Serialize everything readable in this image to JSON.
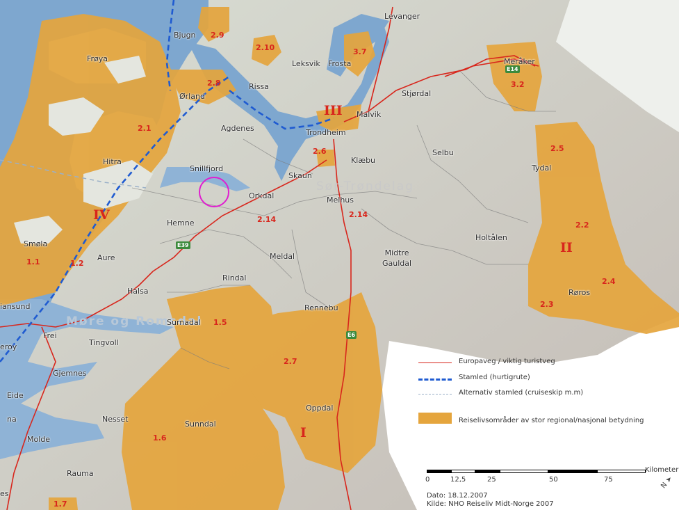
{
  "map": {
    "region_labels": [
      {
        "id": "sor-trondelag",
        "text": "Sør-Trøndelag"
      },
      {
        "id": "more-romsdal",
        "text": "Møre og Romsdal"
      }
    ],
    "place_labels": [
      {
        "id": "levanger",
        "text": "Levanger"
      },
      {
        "id": "bjugn",
        "text": "Bjugn"
      },
      {
        "id": "froya",
        "text": "Frøya"
      },
      {
        "id": "leksvik",
        "text": "Leksvik"
      },
      {
        "id": "frosta",
        "text": "Frosta"
      },
      {
        "id": "meraker",
        "text": "Meråker"
      },
      {
        "id": "rissa",
        "text": "Rissa"
      },
      {
        "id": "stjordal",
        "text": "Stjørdal"
      },
      {
        "id": "orland",
        "text": "Ørland"
      },
      {
        "id": "malvik",
        "text": "Malvik"
      },
      {
        "id": "agdenes",
        "text": "Agdenes"
      },
      {
        "id": "trondheim",
        "text": "Trondheim"
      },
      {
        "id": "hitra",
        "text": "Hitra"
      },
      {
        "id": "snillfjord",
        "text": "Snillfjord"
      },
      {
        "id": "klaebu",
        "text": "Klæbu"
      },
      {
        "id": "selbu",
        "text": "Selbu"
      },
      {
        "id": "tydal",
        "text": "Tydal"
      },
      {
        "id": "skaun",
        "text": "Skaun"
      },
      {
        "id": "orkdal",
        "text": "Orkdal"
      },
      {
        "id": "melhus",
        "text": "Melhus"
      },
      {
        "id": "hemne",
        "text": "Hemne"
      },
      {
        "id": "smola",
        "text": "Smøla"
      },
      {
        "id": "holtalen",
        "text": "Holtålen"
      },
      {
        "id": "aure",
        "text": "Aure"
      },
      {
        "id": "meldal",
        "text": "Meldal"
      },
      {
        "id": "midtre-gauldal",
        "text": "Midtre\nGauldal"
      },
      {
        "id": "rindal",
        "text": "Rindal"
      },
      {
        "id": "halsa",
        "text": "Halsa"
      },
      {
        "id": "roros",
        "text": "Røros"
      },
      {
        "id": "kristiansund",
        "text": "iansund"
      },
      {
        "id": "rennebu",
        "text": "Rennebu"
      },
      {
        "id": "surnadal",
        "text": "Surnadal"
      },
      {
        "id": "frei",
        "text": "Frei"
      },
      {
        "id": "tingvoll",
        "text": "Tingvoll"
      },
      {
        "id": "averoy",
        "text": "eroy"
      },
      {
        "id": "gjemnes",
        "text": "Gjemnes"
      },
      {
        "id": "eide",
        "text": "Eide"
      },
      {
        "id": "oppdal",
        "text": "Oppdal"
      },
      {
        "id": "nesset",
        "text": "Nesset"
      },
      {
        "id": "sunndal",
        "text": "Sunndal"
      },
      {
        "id": "fraena",
        "text": "na"
      },
      {
        "id": "molde",
        "text": "Molde"
      },
      {
        "id": "rauma",
        "text": "Rauma"
      },
      {
        "id": "aukra",
        "text": "es"
      }
    ],
    "zone_numbers": [
      {
        "id": "z2-9",
        "text": "2.9"
      },
      {
        "id": "z2-10",
        "text": "2.10"
      },
      {
        "id": "z3-7",
        "text": "3.7"
      },
      {
        "id": "z2-8",
        "text": "2.8"
      },
      {
        "id": "z3-2",
        "text": "3.2"
      },
      {
        "id": "z2-1",
        "text": "2.1"
      },
      {
        "id": "z2-6",
        "text": "2.6"
      },
      {
        "id": "z2-5",
        "text": "2.5"
      },
      {
        "id": "z2-14a",
        "text": "2.14"
      },
      {
        "id": "z2-14b",
        "text": "2.14"
      },
      {
        "id": "z2-2",
        "text": "2.2"
      },
      {
        "id": "z1-1",
        "text": "1.1"
      },
      {
        "id": "z1-2",
        "text": "1.2"
      },
      {
        "id": "z2-4",
        "text": "2.4"
      },
      {
        "id": "z2-3",
        "text": "2.3"
      },
      {
        "id": "z1-5",
        "text": "1.5"
      },
      {
        "id": "z2-7",
        "text": "2.7"
      },
      {
        "id": "z1-6",
        "text": "1.6"
      },
      {
        "id": "z1-7",
        "text": "1.7"
      }
    ],
    "roman_labels": [
      {
        "id": "r3",
        "text": "III"
      },
      {
        "id": "r4",
        "text": "IV"
      },
      {
        "id": "r2",
        "text": "II"
      },
      {
        "id": "r1",
        "text": "I"
      }
    ],
    "road_shields": [
      {
        "id": "e14",
        "text": "E14"
      },
      {
        "id": "e39",
        "text": "E39"
      },
      {
        "id": "e6",
        "text": "E6"
      }
    ],
    "colors": {
      "sea": "#7ea7cf",
      "land": "#d6ddd0",
      "mountain": "#c9c3bd",
      "orange_zone": "#e5a53d",
      "road": "#d8261c",
      "hurtigrute": "#1f5bd1",
      "alt_route": "#9ab0c8",
      "highlight": "#e01fd0",
      "shield": "#3c8a3c"
    }
  },
  "legend": {
    "items": [
      {
        "id": "europaveg",
        "symbol": "red-line",
        "text": "Europaveg / viktig turistveg"
      },
      {
        "id": "stamled",
        "symbol": "blue-dashed-line",
        "text": "Stamled (hurtigrute)"
      },
      {
        "id": "alt-stamled",
        "symbol": "gray-dashed-line",
        "text": "Alternativ stamled (cruiseskip m.m)"
      },
      {
        "id": "reiselivsomrader",
        "symbol": "orange-box",
        "text": "Reiselivsområder av stor regional/nasjonal betydning"
      }
    ]
  },
  "scale": {
    "unit_label": "Kilometer",
    "ticks": [
      "0",
      "12,5",
      "25",
      "50",
      "75"
    ]
  },
  "credits": {
    "date": "Dato: 18.12.2007",
    "source": "Kilde: NHO Reiseliv Midt-Norge 2007"
  },
  "north_arrow": {
    "text": "N"
  }
}
